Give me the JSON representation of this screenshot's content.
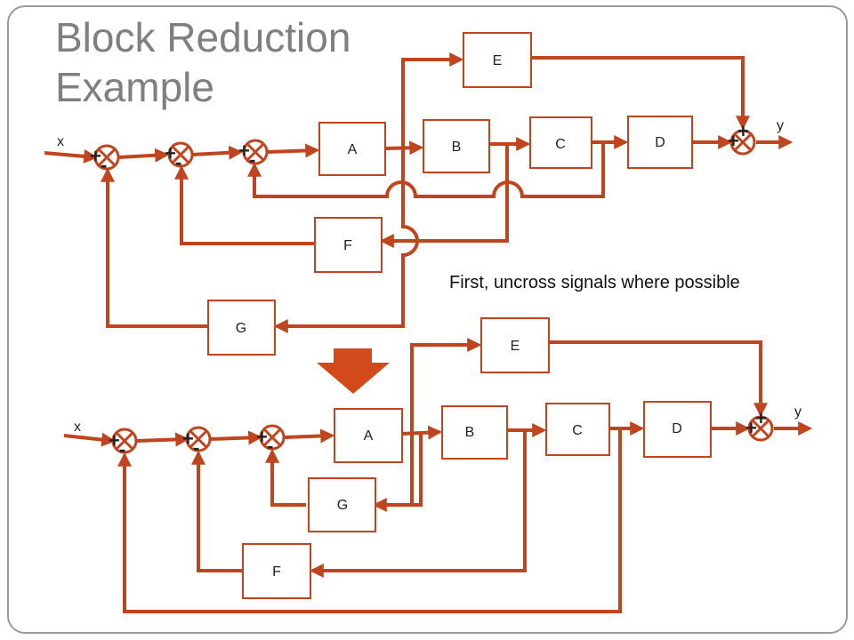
{
  "title": {
    "line1": "Block Reduction",
    "line2": "Example"
  },
  "note": "First, uncross signals where possible",
  "top": {
    "input": "x",
    "output": "y",
    "blocks": {
      "A": "A",
      "B": "B",
      "C": "C",
      "D": "D",
      "E": "E",
      "F": "F",
      "G": "G"
    },
    "junction_signs": {
      "plus": "+",
      "minus": "-"
    }
  },
  "bottom": {
    "input": "x",
    "output": "y",
    "blocks": {
      "A": "A",
      "B": "B",
      "C": "C",
      "D": "D",
      "E": "E",
      "F": "F",
      "G": "G"
    },
    "junction_signs": {
      "plus": "+",
      "minus": "-"
    }
  },
  "colors": {
    "wire": "#c0451f",
    "arrow": "#d24a1c",
    "frame": "#9a9a9a",
    "title": "#7f7f7f"
  }
}
